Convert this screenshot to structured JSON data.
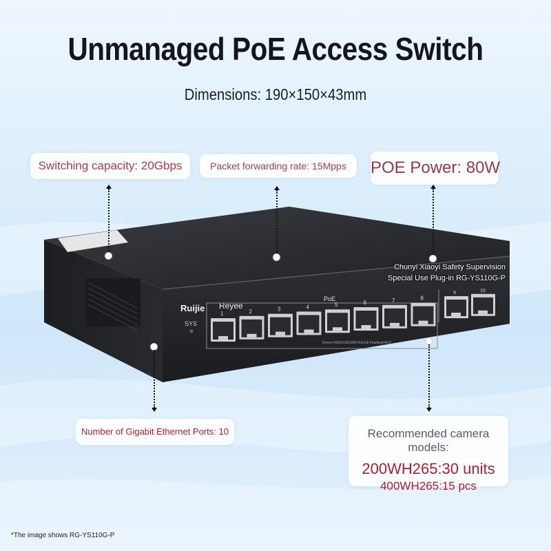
{
  "page": {
    "title": "Unmanaged PoE Access Switch",
    "subtitle": "Dimensions: 190×150×43mm"
  },
  "specs": {
    "switching_capacity": "Switching capacity: 20Gbps",
    "forwarding_rate": "Packet forwarding rate: 15Mpps",
    "poe_power": "POE Power: 80W",
    "ports": "Number of Gigabit Ethernet Ports: 10"
  },
  "recommended": {
    "title": "Recommended camera models:",
    "line1": "200WH265:30 units",
    "line2": "400WH265:15 pcs"
  },
  "overlay": {
    "line1": "Chunyi Xiaoyi Safety Supervision",
    "line2": "Special Use Plug-in RG-YS110G-P"
  },
  "device": {
    "brand1": "Ruijie",
    "brand2": "Reyee",
    "sys_label": "SYS",
    "poe_label": "PoE",
    "port_numbers": [
      "1",
      "2",
      "3",
      "4",
      "5",
      "6",
      "7",
      "8"
    ],
    "uplink_numbers": [
      "9",
      "10"
    ],
    "led_legend": "Green=1000/100/10M On/Link Flashing=ACT"
  },
  "footnote": "*The image shows RG-YS110G-P",
  "colors": {
    "accent_red": "#b01f2b",
    "chassis": "#2b2d31"
  }
}
